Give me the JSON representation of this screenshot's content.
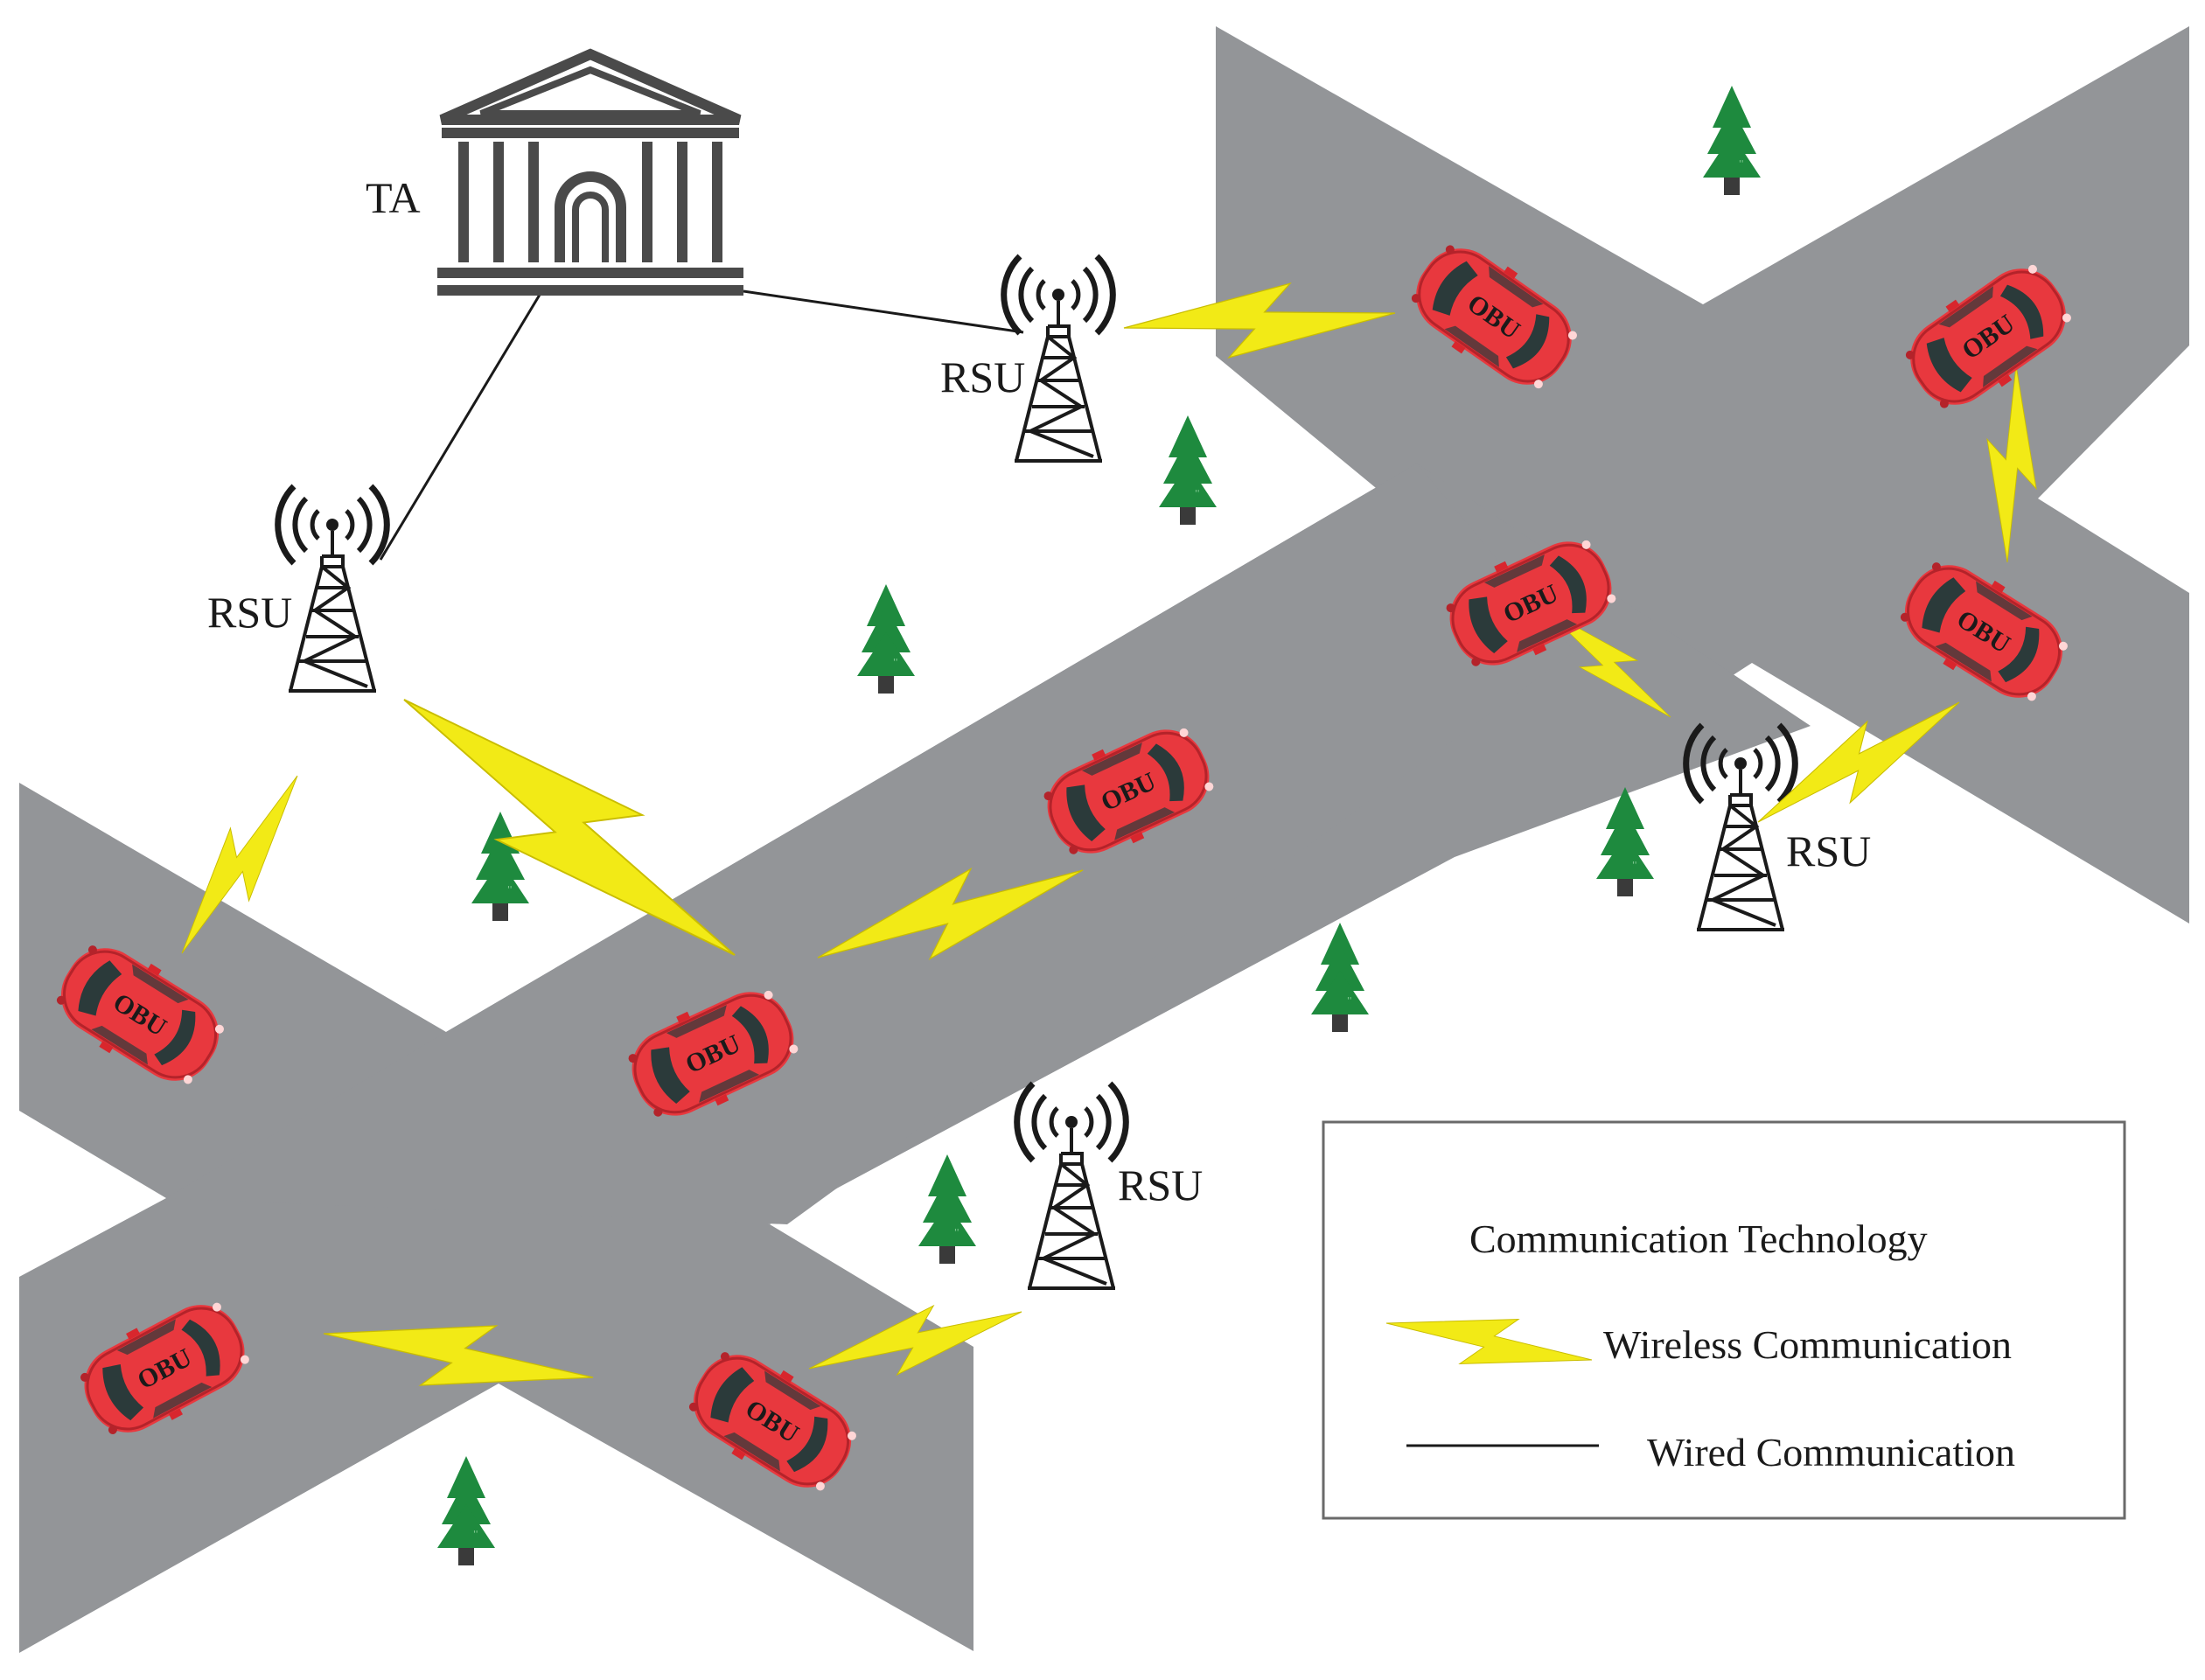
{
  "authority": {
    "label": "TA"
  },
  "rsu_label": "RSU",
  "obu_label": "OBU",
  "legend": {
    "title": "Communication Technology",
    "wireless": "Wireless Communication",
    "wired": "Wired Communication"
  },
  "colors": {
    "road": "#939598",
    "car_body": "#e8383e",
    "car_glass": "#2b3a3a",
    "bolt": "#f2ea16",
    "tree": "#1e8a3e",
    "trunk": "#3a3a3a",
    "line": "#1a1a1a"
  },
  "icons": [
    "bank-building-icon",
    "radio-tower-icon",
    "car-icon",
    "lightning-bolt-icon",
    "pine-tree-icon"
  ]
}
